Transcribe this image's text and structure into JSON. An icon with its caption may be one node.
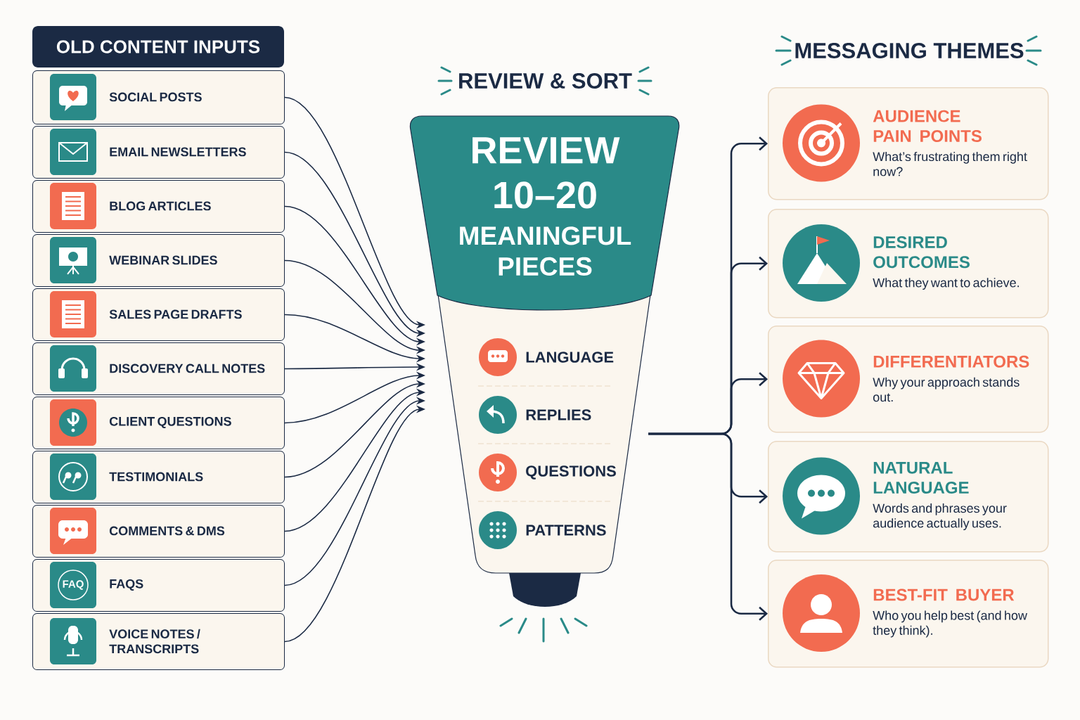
{
  "diagram": {
    "nodes": [
      {
        "text": [
          "OLD CONTENT INPUTS"
        ]
      },
      {
        "text": [
          "SOCIAL POSTS"
        ]
      },
      {
        "text": [
          "EMAIL NEWSLETTERS"
        ]
      },
      {
        "text": [
          "BLOG ARTICLES"
        ]
      },
      {
        "text": [
          "WEBINAR SLIDES"
        ]
      },
      {
        "text": [
          "SALES PAGE DRAFTS"
        ]
      },
      {
        "text": [
          "DISCOVERY CALL NOTES"
        ]
      },
      {
        "text": [
          "CLIENT QUESTIONS"
        ]
      },
      {
        "text": [
          "TESTIMONIALS"
        ]
      },
      {
        "text": [
          "COMMENTS & DMS"
        ]
      },
      {
        "text": [
          "FAQS"
        ]
      },
      {
        "text": [
          "VOICE NOTES / TRANSCRIPTS"
        ]
      },
      {
        "text": [
          "REVIEW 10–20",
          "MEANINGFUL PIECES"
        ],
        "beside": [
          "REVIEW & SORT"
        ]
      },
      {
        "text": [
          "AUDIENCE PAIN POINTS",
          "What’s frustrating them right now?"
        ]
      },
      {
        "text": [
          "DESIRED OUTCOMES",
          "What they want to achieve."
        ]
      },
      {
        "text": [
          "DIFFERENTIATORS",
          "Why your approach stands out."
        ]
      },
      {
        "text": [
          "NATURAL LANGUAGE",
          "Words and phrases your audience actually uses."
        ]
      },
      {
        "text": [
          "BEST-FIT BUYER",
          "Who you help best (and how they think)."
        ]
      }
    ],
    "edges": [
      {
        "from": 1,
        "to": 12,
        "arrow": "to"
      },
      {
        "from": 2,
        "to": 12,
        "arrow": "to"
      },
      {
        "from": 3,
        "to": 12,
        "arrow": "to"
      },
      {
        "from": 4,
        "to": 12,
        "arrow": "to"
      },
      {
        "from": 5,
        "to": 12,
        "arrow": "to"
      },
      {
        "from": 6,
        "to": 12,
        "arrow": "to"
      },
      {
        "from": 7,
        "to": 12,
        "arrow": "to"
      },
      {
        "from": 8,
        "to": 12,
        "arrow": "to"
      },
      {
        "from": 9,
        "to": 12,
        "arrow": "to"
      },
      {
        "from": 10,
        "to": 12,
        "arrow": "to"
      },
      {
        "from": 11,
        "to": 12,
        "arrow": "to"
      },
      {
        "from": 12,
        "to": 13,
        "arrow": "to"
      },
      {
        "from": 12,
        "to": 14,
        "arrow": "to"
      },
      {
        "from": 12,
        "to": 15,
        "arrow": "to"
      },
      {
        "from": 12,
        "to": 16,
        "arrow": "to"
      },
      {
        "from": 12,
        "to": 17,
        "arrow": "to"
      }
    ],
    "labels": [
      "MESSAGING THEMES",
      "FAQ",
      "LANGUAGE",
      "REPLIES",
      "QUESTIONS",
      "PATTERNS"
    ]
  }
}
